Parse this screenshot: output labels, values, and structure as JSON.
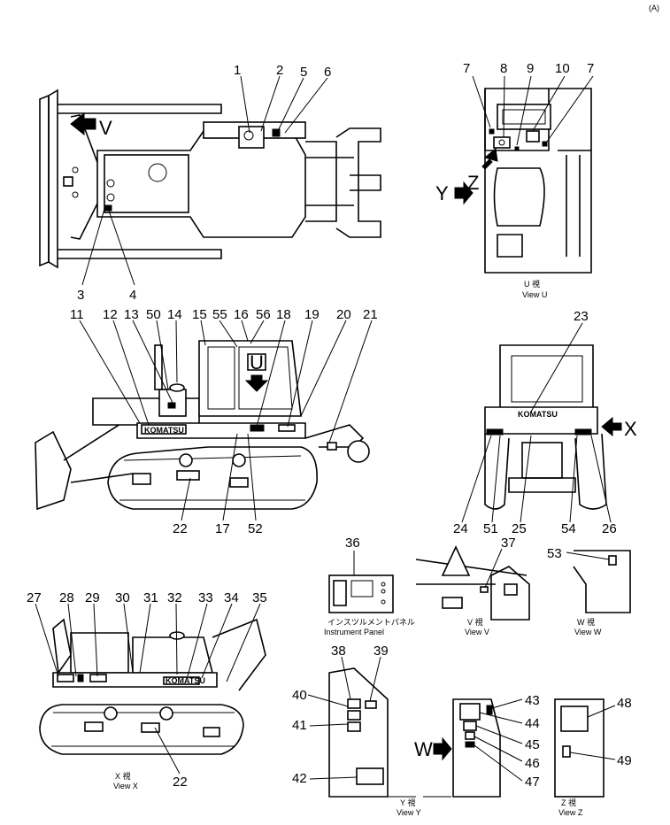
{
  "sheet_marker": "(A)",
  "callouts": {
    "c1": "1",
    "c2": "2",
    "c3": "3",
    "c4": "4",
    "c5": "5",
    "c6": "6",
    "c7a": "7",
    "c7b": "7",
    "c8": "8",
    "c9": "9",
    "c10": "10",
    "c11": "11",
    "c12": "12",
    "c13": "13",
    "c14": "14",
    "c15": "15",
    "c16": "16",
    "c17": "17",
    "c18": "18",
    "c19": "19",
    "c20": "20",
    "c21": "21",
    "c22a": "22",
    "c22b": "22",
    "c23": "23",
    "c24": "24",
    "c25": "25",
    "c26": "26",
    "c27": "27",
    "c28": "28",
    "c29": "29",
    "c30": "30",
    "c31": "31",
    "c32": "32",
    "c33": "33",
    "c34": "34",
    "c35": "35",
    "c36": "36",
    "c37": "37",
    "c38": "38",
    "c39": "39",
    "c40": "40",
    "c41": "41",
    "c42": "42",
    "c43": "43",
    "c44": "44",
    "c45": "45",
    "c46": "46",
    "c47": "47",
    "c48": "48",
    "c49": "49",
    "c50": "50",
    "c51": "51",
    "c52": "52",
    "c53": "53",
    "c54": "54",
    "c55": "55",
    "c56": "56"
  },
  "arrows": {
    "v": "V",
    "u": "U",
    "x": "X",
    "y": "Y",
    "z": "Z",
    "w": "W"
  },
  "views": {
    "u_jp": "U 視",
    "u_en": "View U",
    "v_jp": "V 視",
    "v_en": "View V",
    "w_jp": "W 視",
    "w_en": "View W",
    "x_jp": "X 視",
    "x_en": "View X",
    "y_jp": "Y 視",
    "y_en": "View Y",
    "z_jp": "Z 視",
    "z_en": "View Z",
    "panel_jp": "インスツルメントパネル",
    "panel_en": "Instrument Panel"
  },
  "brand": "KOMATSU"
}
